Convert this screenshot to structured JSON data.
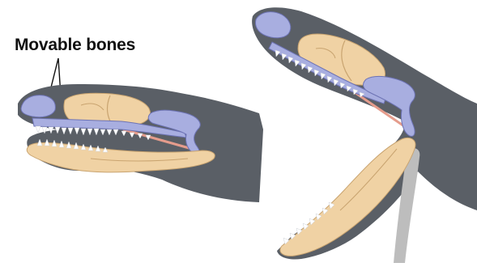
{
  "label": {
    "text": "Movable bones"
  },
  "colors": {
    "head": "#5a5f66",
    "headShadow": "#3f444a",
    "movable_bone": "#a8aee0",
    "movable_bone_edge": "#6d73b4",
    "skull_bone": "#f0d2a4",
    "skull_bone_edge": "#c9a470",
    "teeth": "#ffffff",
    "ligament": "#e59c8c",
    "swallowed_arrow": "#bdbdbd"
  },
  "icons": {
    "snake-head-closed": "snake-head-closed-jaw-illustration",
    "snake-head-open": "snake-head-open-jaw-illustration"
  }
}
